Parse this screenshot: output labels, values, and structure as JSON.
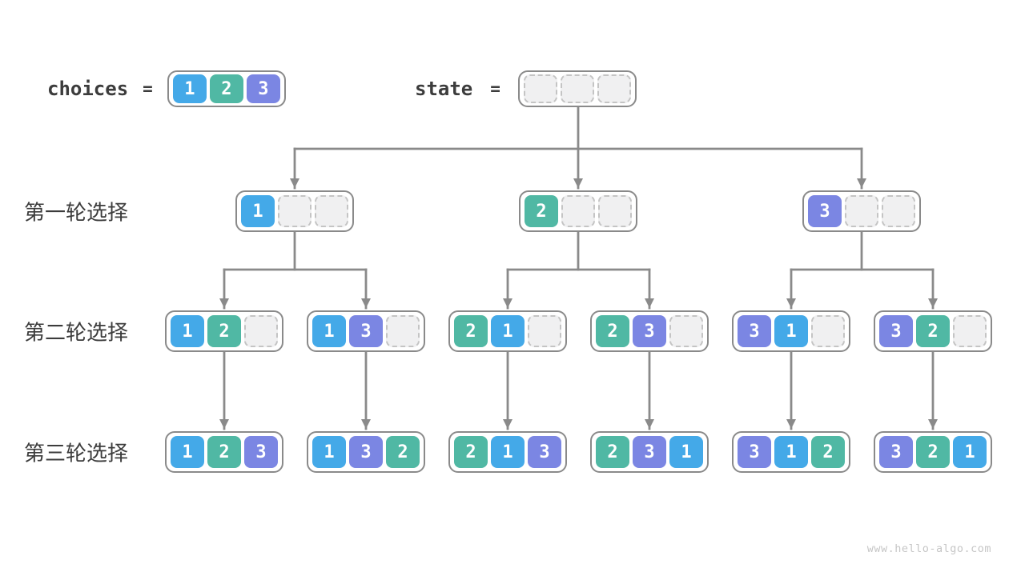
{
  "legend": {
    "choices_label": "choices",
    "equals_sign": "=",
    "choices_values": [
      "1",
      "2",
      "3"
    ],
    "state_label": "state",
    "state_empty_slots": 3
  },
  "node_capacity": 3,
  "rows": [
    {
      "label": "第一轮选择",
      "nodes": [
        [
          "1"
        ],
        [
          "2"
        ],
        [
          "3"
        ]
      ]
    },
    {
      "label": "第二轮选择",
      "nodes": [
        [
          "1",
          "2"
        ],
        [
          "1",
          "3"
        ],
        [
          "2",
          "1"
        ],
        [
          "2",
          "3"
        ],
        [
          "3",
          "1"
        ],
        [
          "3",
          "2"
        ]
      ]
    },
    {
      "label": "第三轮选择",
      "nodes": [
        [
          "1",
          "2",
          "3"
        ],
        [
          "1",
          "3",
          "2"
        ],
        [
          "2",
          "1",
          "3"
        ],
        [
          "2",
          "3",
          "1"
        ],
        [
          "3",
          "1",
          "2"
        ],
        [
          "3",
          "2",
          "1"
        ]
      ]
    }
  ],
  "colors": {
    "value_1": "#44a9e8",
    "value_2": "#50b8a4",
    "value_3": "#7b86e3",
    "cell_text": "#ffffff",
    "empty_cell_fill": "#f0f0f1",
    "empty_cell_border": "#c4c4c4",
    "box_border": "#8a8a8a",
    "arrow": "#8a8a8a",
    "label_text": "#3c3c3c",
    "watermark_text": "#c6c6c6"
  },
  "watermark": "www.hello-algo.com"
}
